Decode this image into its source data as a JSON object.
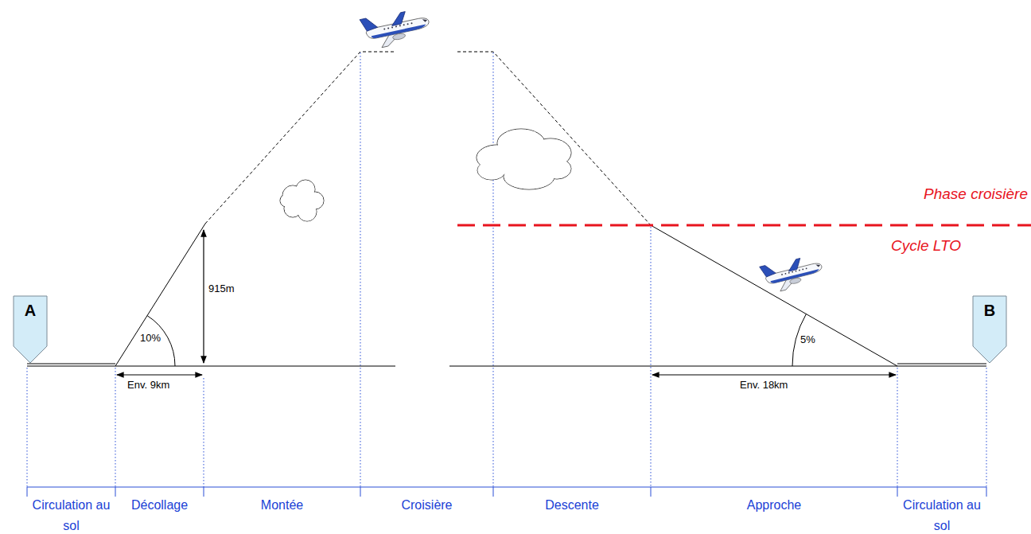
{
  "diagram": {
    "nodes": [
      {
        "text": [
          "A"
        ]
      },
      {
        "text": [
          "B"
        ]
      }
    ],
    "labels": [
      "Phase croisière",
      "Cycle LTO",
      "915m",
      "10%",
      "Env. 9km",
      "5%",
      "Env. 18km",
      "Circulation au sol",
      "Décollage",
      "Montée",
      "Croisière",
      "Descente",
      "Approche",
      "Circulation au sol"
    ]
  }
}
